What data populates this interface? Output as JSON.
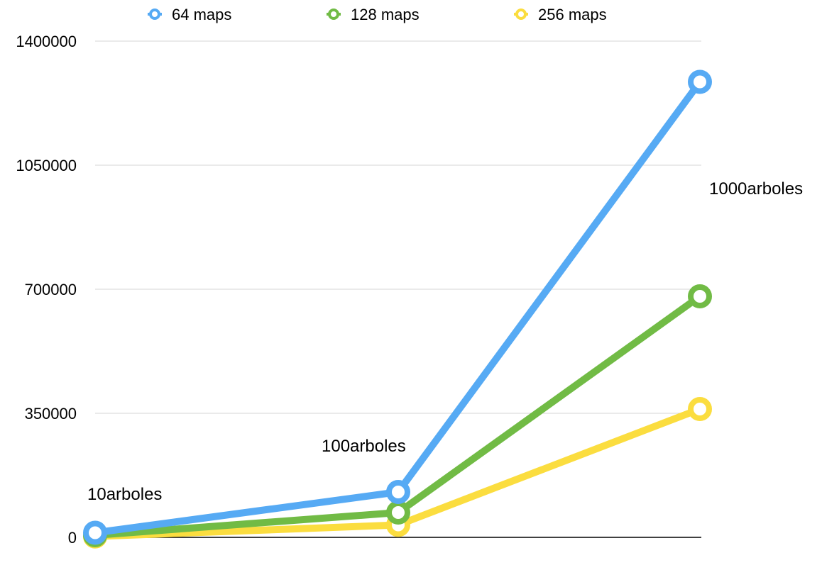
{
  "chart_data": {
    "type": "line",
    "title": "",
    "xlabel": "",
    "ylabel": "",
    "categories": [
      "10arboles",
      "100arboles",
      "1000arboles"
    ],
    "ylim": [
      0,
      1400000
    ],
    "yticks": [
      "0",
      "350000",
      "700000",
      "1050000",
      "1400000"
    ],
    "ytick_values": [
      0,
      350000,
      700000,
      1050000,
      1400000
    ],
    "grid": "horizontal",
    "legend": "top",
    "series": [
      {
        "name": "64 maps",
        "color": "#56aaf4",
        "values": [
          13000,
          128000,
          1285000
        ]
      },
      {
        "name": "128 maps",
        "color": "#71bb45",
        "values": [
          6000,
          70000,
          680000
        ]
      },
      {
        "name": "256 maps",
        "color": "#fbdd3f",
        "values": [
          2500,
          35000,
          362000
        ]
      }
    ]
  }
}
